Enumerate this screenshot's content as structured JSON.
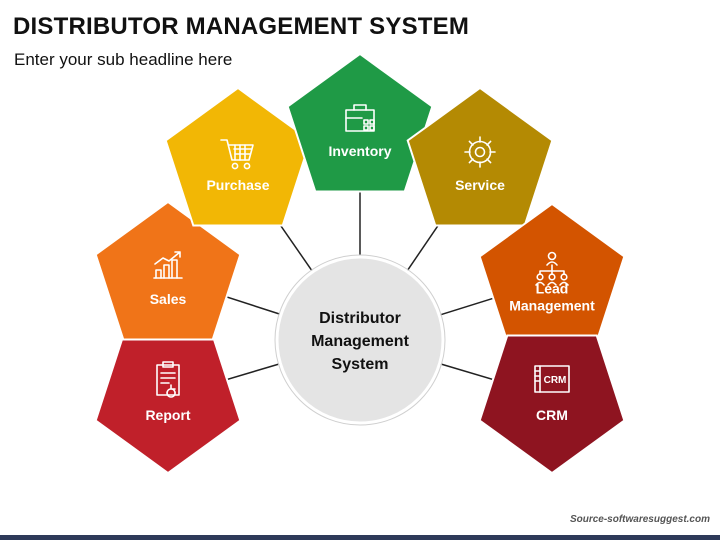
{
  "header": {
    "title": "DISTRIBUTOR MANAGEMENT SYSTEM",
    "subtitle": "Enter your sub headline here"
  },
  "center": {
    "lines": [
      "Distributor",
      "Management",
      "System"
    ]
  },
  "nodes": [
    {
      "id": "report",
      "label": [
        "Report"
      ],
      "color": "#c0202a",
      "icon": "clipboard-report-icon"
    },
    {
      "id": "sales",
      "label": [
        "Sales"
      ],
      "color": "#f07418",
      "icon": "bar-chart-growth-icon"
    },
    {
      "id": "purchase",
      "label": [
        "Purchase"
      ],
      "color": "#f2b705",
      "icon": "shopping-cart-icon"
    },
    {
      "id": "inventory",
      "label": [
        "Inventory"
      ],
      "color": "#1f9a46",
      "icon": "briefcase-grid-icon"
    },
    {
      "id": "service",
      "label": [
        "Service"
      ],
      "color": "#b48a03",
      "icon": "gear-icon"
    },
    {
      "id": "lead-management",
      "label": [
        "Lead",
        "Management"
      ],
      "color": "#d35400",
      "icon": "org-chart-people-icon"
    },
    {
      "id": "crm",
      "label": [
        "CRM"
      ],
      "color": "#8e1420",
      "icon": "crm-window-icon"
    }
  ],
  "crm_icon_text": "CRM",
  "footer": {
    "source": "Source-softwaresuggest.com"
  }
}
